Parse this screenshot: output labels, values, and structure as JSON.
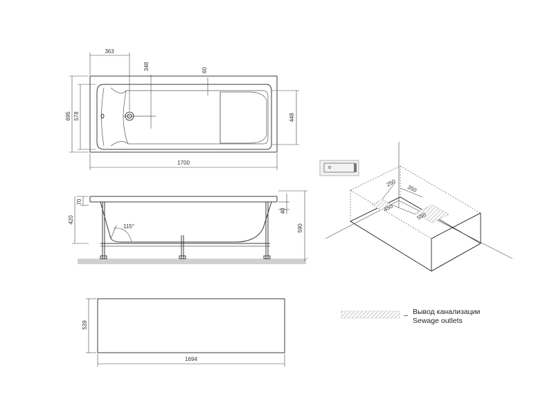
{
  "plan_view": {
    "dim_length": "1700",
    "dim_width_outer": "695",
    "dim_width_inner": "578",
    "dim_drain_offset": "363",
    "dim_drain_line": "348",
    "dim_rim": "60",
    "dim_head_width": "448"
  },
  "side_view": {
    "dim_rim_height": "70",
    "dim_depth": "420",
    "dim_total_height": "590",
    "dim_side": "40",
    "angle": "115°"
  },
  "panel_view": {
    "dim_height": "539",
    "dim_length": "1694"
  },
  "iso_view": {
    "dim_a": "250",
    "dim_b": "350",
    "dim_c": "450",
    "dim_d": "550"
  },
  "legend": {
    "label_ru": "Вывод канализации",
    "label_en": "Sewage outlets",
    "dash": "–"
  },
  "colors": {
    "line": "#3a3a3a",
    "floor": "#d0d0d0",
    "hatch": "#b8b8b8"
  }
}
